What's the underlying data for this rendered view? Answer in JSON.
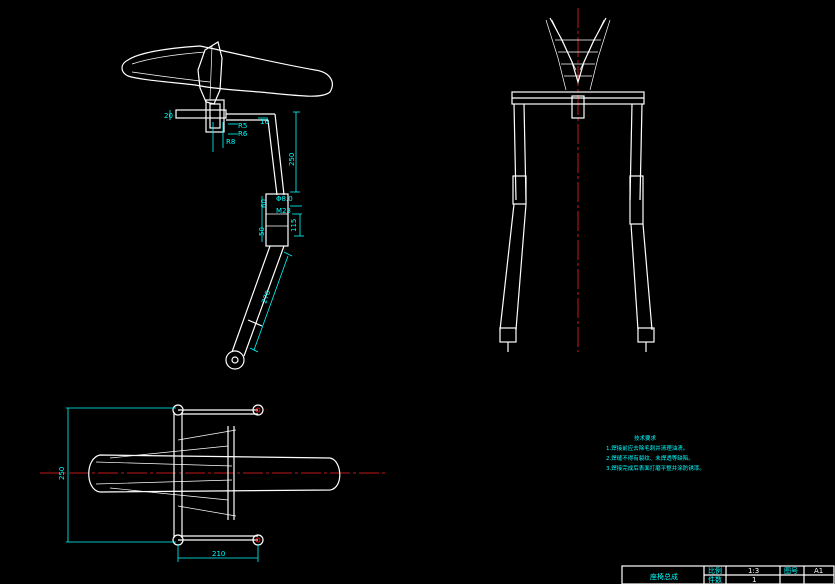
{
  "colors": {
    "background": "#000000",
    "outline": "#ffffff",
    "dimension": "#00ffff",
    "centerline": "#ff2020"
  },
  "side_view": {
    "dims": {
      "d_left": "20",
      "r5": "R5",
      "r6": "R6",
      "r8": "R8",
      "d_top": "16",
      "d_vertical": "250",
      "phi": "Φ8.0",
      "d_60": "60",
      "d_m23": "M23",
      "d_50": "50",
      "d_115": "115",
      "d_slant": "270"
    }
  },
  "top_view": {
    "dims": {
      "width": "210",
      "height": "250"
    }
  },
  "notes": {
    "title": "技术要求",
    "lines": [
      "1.焊接前应去除毛刺并清理油渍。",
      "2.焊缝不得有裂纹、未焊透等缺陷。",
      "3.焊接完成后表面打磨平整并涂防锈漆。"
    ]
  },
  "title_block": {
    "name": "座椅总成",
    "scale_label": "比例",
    "scale": "1:3",
    "sheet_label": "图号",
    "sheet": "A1",
    "qty_label": "件数",
    "qty": "1"
  }
}
